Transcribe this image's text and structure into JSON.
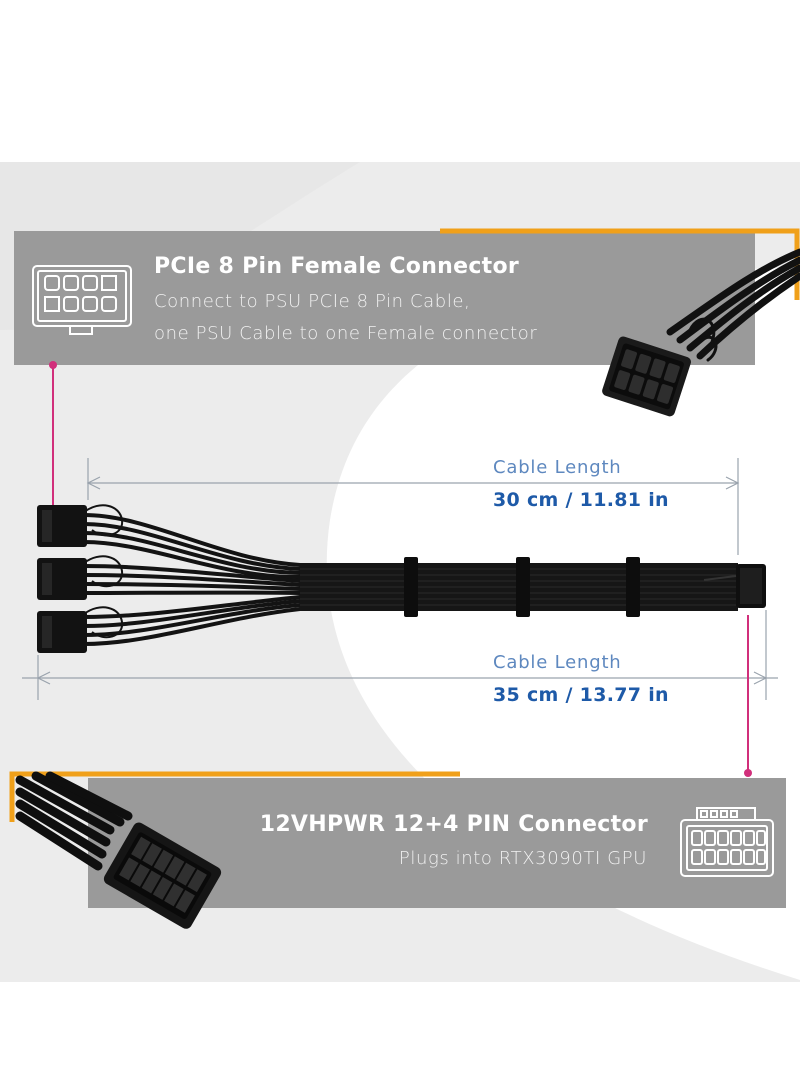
{
  "colors": {
    "accent_orange": "#f0a01a",
    "magenta_pointer": "#d12f7b",
    "panel_gray": "#9a9a9a",
    "background_band": "#ececec",
    "dimension_blue": "#1e5aa8",
    "cable_black": "#141414"
  },
  "top_panel": {
    "title": "PCIe 8 Pin Female Connector",
    "subtitle_line1": "Connect to PSU PCIe 8 Pin Cable,",
    "subtitle_line2": "one PSU Cable to one Female connector",
    "icon": "pcie-8pin-icon"
  },
  "dimension_short": {
    "label": "Cable Length",
    "value": "30 cm / 11.81 in"
  },
  "dimension_long": {
    "label": "Cable Length",
    "value": "35 cm / 13.77 in"
  },
  "bottom_panel": {
    "title": "12VHPWR 12+4 PIN Connector",
    "subtitle": "Plugs into RTX3090TI GPU",
    "icon": "12vhpwr-connector-icon"
  }
}
